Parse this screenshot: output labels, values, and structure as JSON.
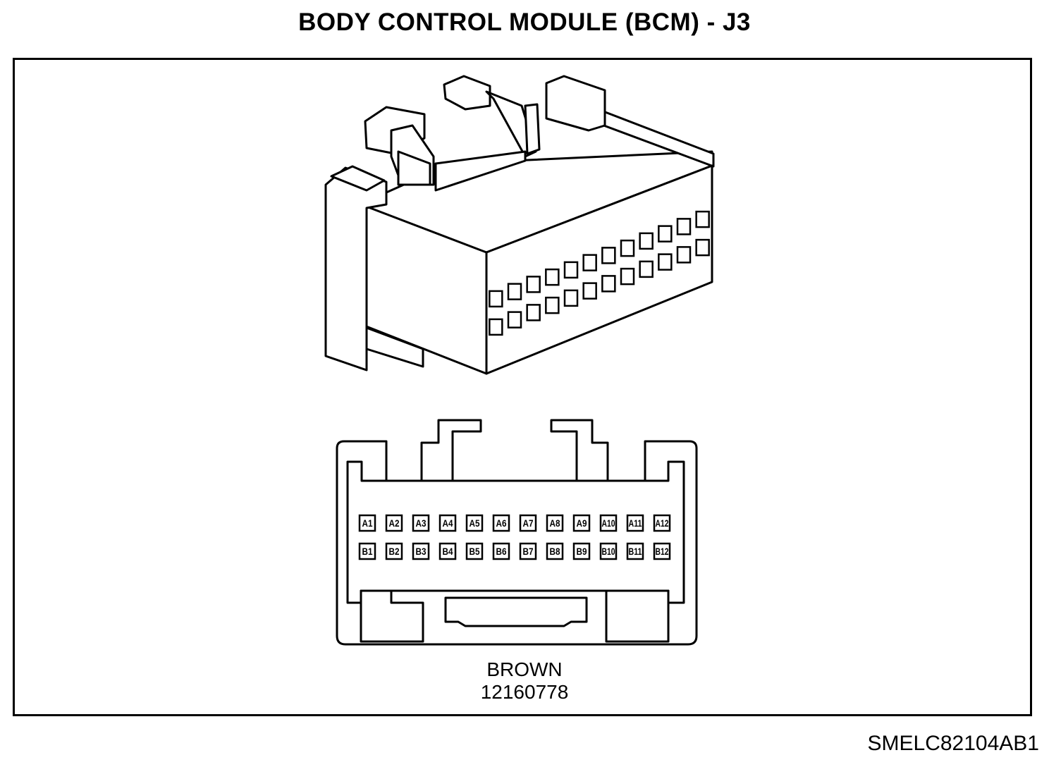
{
  "title": "BODY CONTROL MODULE (BCM) - J3",
  "connector": {
    "color": "BROWN",
    "part_number": "12160778",
    "pins_row_a": [
      "A1",
      "A2",
      "A3",
      "A4",
      "A5",
      "A6",
      "A7",
      "A8",
      "A9",
      "A10",
      "A11",
      "A12"
    ],
    "pins_row_b": [
      "B1",
      "B2",
      "B3",
      "B4",
      "B5",
      "B6",
      "B7",
      "B8",
      "B9",
      "B10",
      "B11",
      "B12"
    ]
  },
  "figure_code": "SMELC82104AB1"
}
